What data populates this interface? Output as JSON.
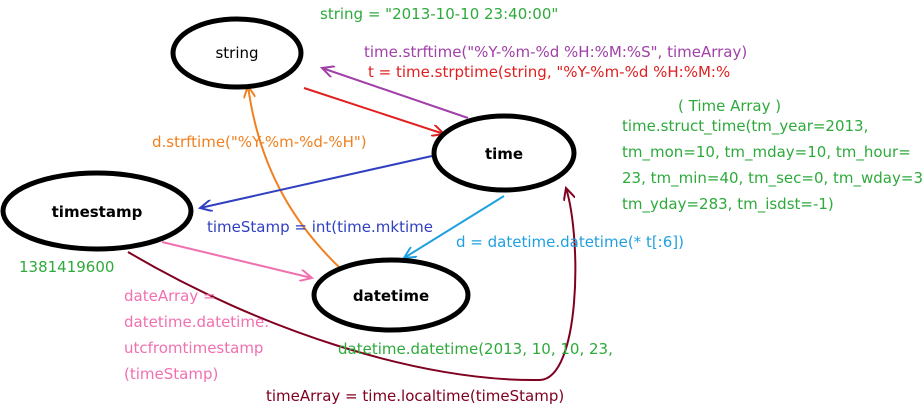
{
  "colors": {
    "green": "#2eaa3c",
    "purple": "#a040a8",
    "red": "#e02020",
    "orange": "#f08020",
    "blue": "#3040c0",
    "cyan": "#20a0e0",
    "pink": "#f070b0",
    "maroon": "#800020",
    "black": "#000000"
  },
  "nodes": {
    "string": "string",
    "time": "time",
    "timestamp": "timestamp",
    "datetime": "datetime"
  },
  "annotations": {
    "string_value": "string = \"2013-10-10 23:40:00\"",
    "strftime_time": "time.strftime(\"%Y-%m-%d %H:%M:%S\", timeArray)",
    "strptime": "t = time.strptime(string, \"%Y-%m-%d %H:%M:%",
    "time_array_title": "( Time Array )",
    "struct_time_1": "time.struct_time(tm_year=2013,",
    "struct_time_2": "tm_mon=10, tm_mday=10, tm_hour=",
    "struct_time_3": "23, tm_min=40, tm_sec=0, tm_wday=3,",
    "struct_time_4": "tm_yday=283, tm_isdst=-1)",
    "d_strftime": "d.strftime(\"%Y-%m-%d-%H\")",
    "mktime": "timeStamp = int(time.mktime",
    "datetime_from_t": "d = datetime.datetime(* t[:6])",
    "timestamp_value": "1381419600",
    "utc_1": "dateArray =",
    "utc_2": "datetime.datetime.",
    "utc_3": "utcfromtimestamp",
    "utc_4": "(timeStamp)",
    "datetime_value": "datetime.datetime(2013, 10, 10, 23,",
    "localtime": "timeArray = time.localtime(timeStamp)"
  }
}
